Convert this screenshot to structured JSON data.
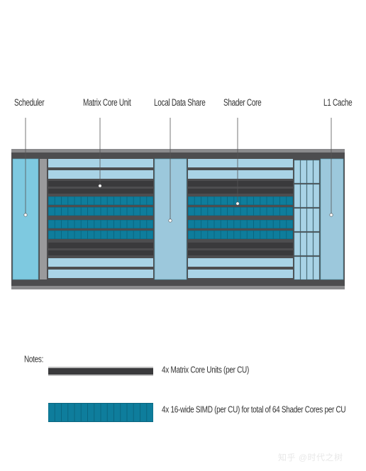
{
  "callouts": {
    "scheduler": "Scheduler",
    "matrix_core_unit": "Matrix Core Unit",
    "local_data_share": "Local Data Share",
    "shader_core": "Shader Core",
    "l1_cache": "L1 Cache"
  },
  "notes": {
    "heading": "Notes:",
    "matrix_core_note": "4x  Matrix Core Units (per CU)",
    "simd_note": "4x  16-wide SIMD (per CU) for total of 64 Shader Cores per CU"
  },
  "watermark": "知乎 @时代之树",
  "colors": {
    "frame": "#4d4d4f",
    "scheduler": "#7ec9e0",
    "light_band": "#a9d3e6",
    "local_data_share": "#9cc8dc",
    "matrix_bar": "#3a3a3c",
    "simd_cell": "#0e7d9c",
    "l1_cache": "#9cc8dc",
    "text": "#333333"
  }
}
